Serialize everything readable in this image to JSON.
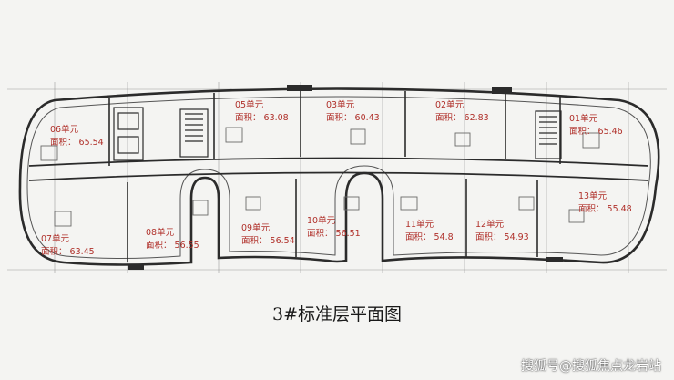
{
  "caption": "3#标准层平面图",
  "watermark": "搜狐号@搜狐焦点龙岩站",
  "units": [
    {
      "name": "06单元",
      "area_label": "面积：",
      "area": "65.54"
    },
    {
      "name": "05单元",
      "area_label": "面积：",
      "area": "63.08"
    },
    {
      "name": "03单元",
      "area_label": "面积：",
      "area": "60.43"
    },
    {
      "name": "02单元",
      "area_label": "面积：",
      "area": "62.83"
    },
    {
      "name": "01单元",
      "area_label": "面积：",
      "area": "65.46"
    },
    {
      "name": "07单元",
      "area_label": "面积：",
      "area": "63.45"
    },
    {
      "name": "08单元",
      "area_label": "面积：",
      "area": "56.55"
    },
    {
      "name": "09单元",
      "area_label": "面积：",
      "area": "56.54"
    },
    {
      "name": "10单元",
      "area_label": "面积：",
      "area": "56.51"
    },
    {
      "name": "11单元",
      "area_label": "面积：",
      "area": "54.8"
    },
    {
      "name": "12单元",
      "area_label": "面积：",
      "area": "54.93"
    },
    {
      "name": "13单元",
      "area_label": "面积：",
      "area": "55.48"
    }
  ],
  "colors": {
    "label": "#b0302a",
    "wall": "#2b2b2b",
    "fixture": "#6a6a6a"
  }
}
